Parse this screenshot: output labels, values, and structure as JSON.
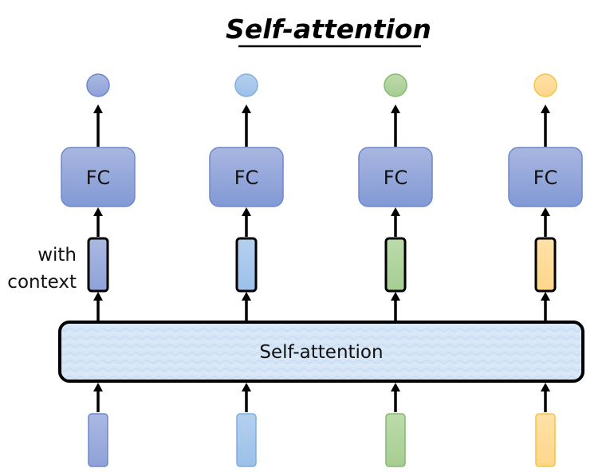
{
  "title": "Self-attention",
  "self_attention": {
    "label": "Self-attention",
    "fill": "#d5e5f6",
    "texture": "#c2d8f0"
  },
  "side_label": {
    "line1": "with",
    "line2": "context"
  },
  "columns": [
    {
      "fc_label": "FC",
      "color": "#8fa2d8",
      "color_light": "#aab8e2",
      "stroke": "#6e86cb"
    },
    {
      "fc_label": "FC",
      "color": "#9cc0e8",
      "color_light": "#b4d0ef",
      "stroke": "#7eaee0"
    },
    {
      "fc_label": "FC",
      "color": "#a6cd92",
      "color_light": "#bcdbab",
      "stroke": "#84b96e"
    },
    {
      "fc_label": "FC",
      "color": "#ffd68a",
      "color_light": "#ffe1a8",
      "stroke": "#f5c342"
    }
  ],
  "fc_box": {
    "fill_top": "#a9b7e0",
    "fill_bottom": "#8097d6",
    "stroke": "#6f87cc"
  }
}
